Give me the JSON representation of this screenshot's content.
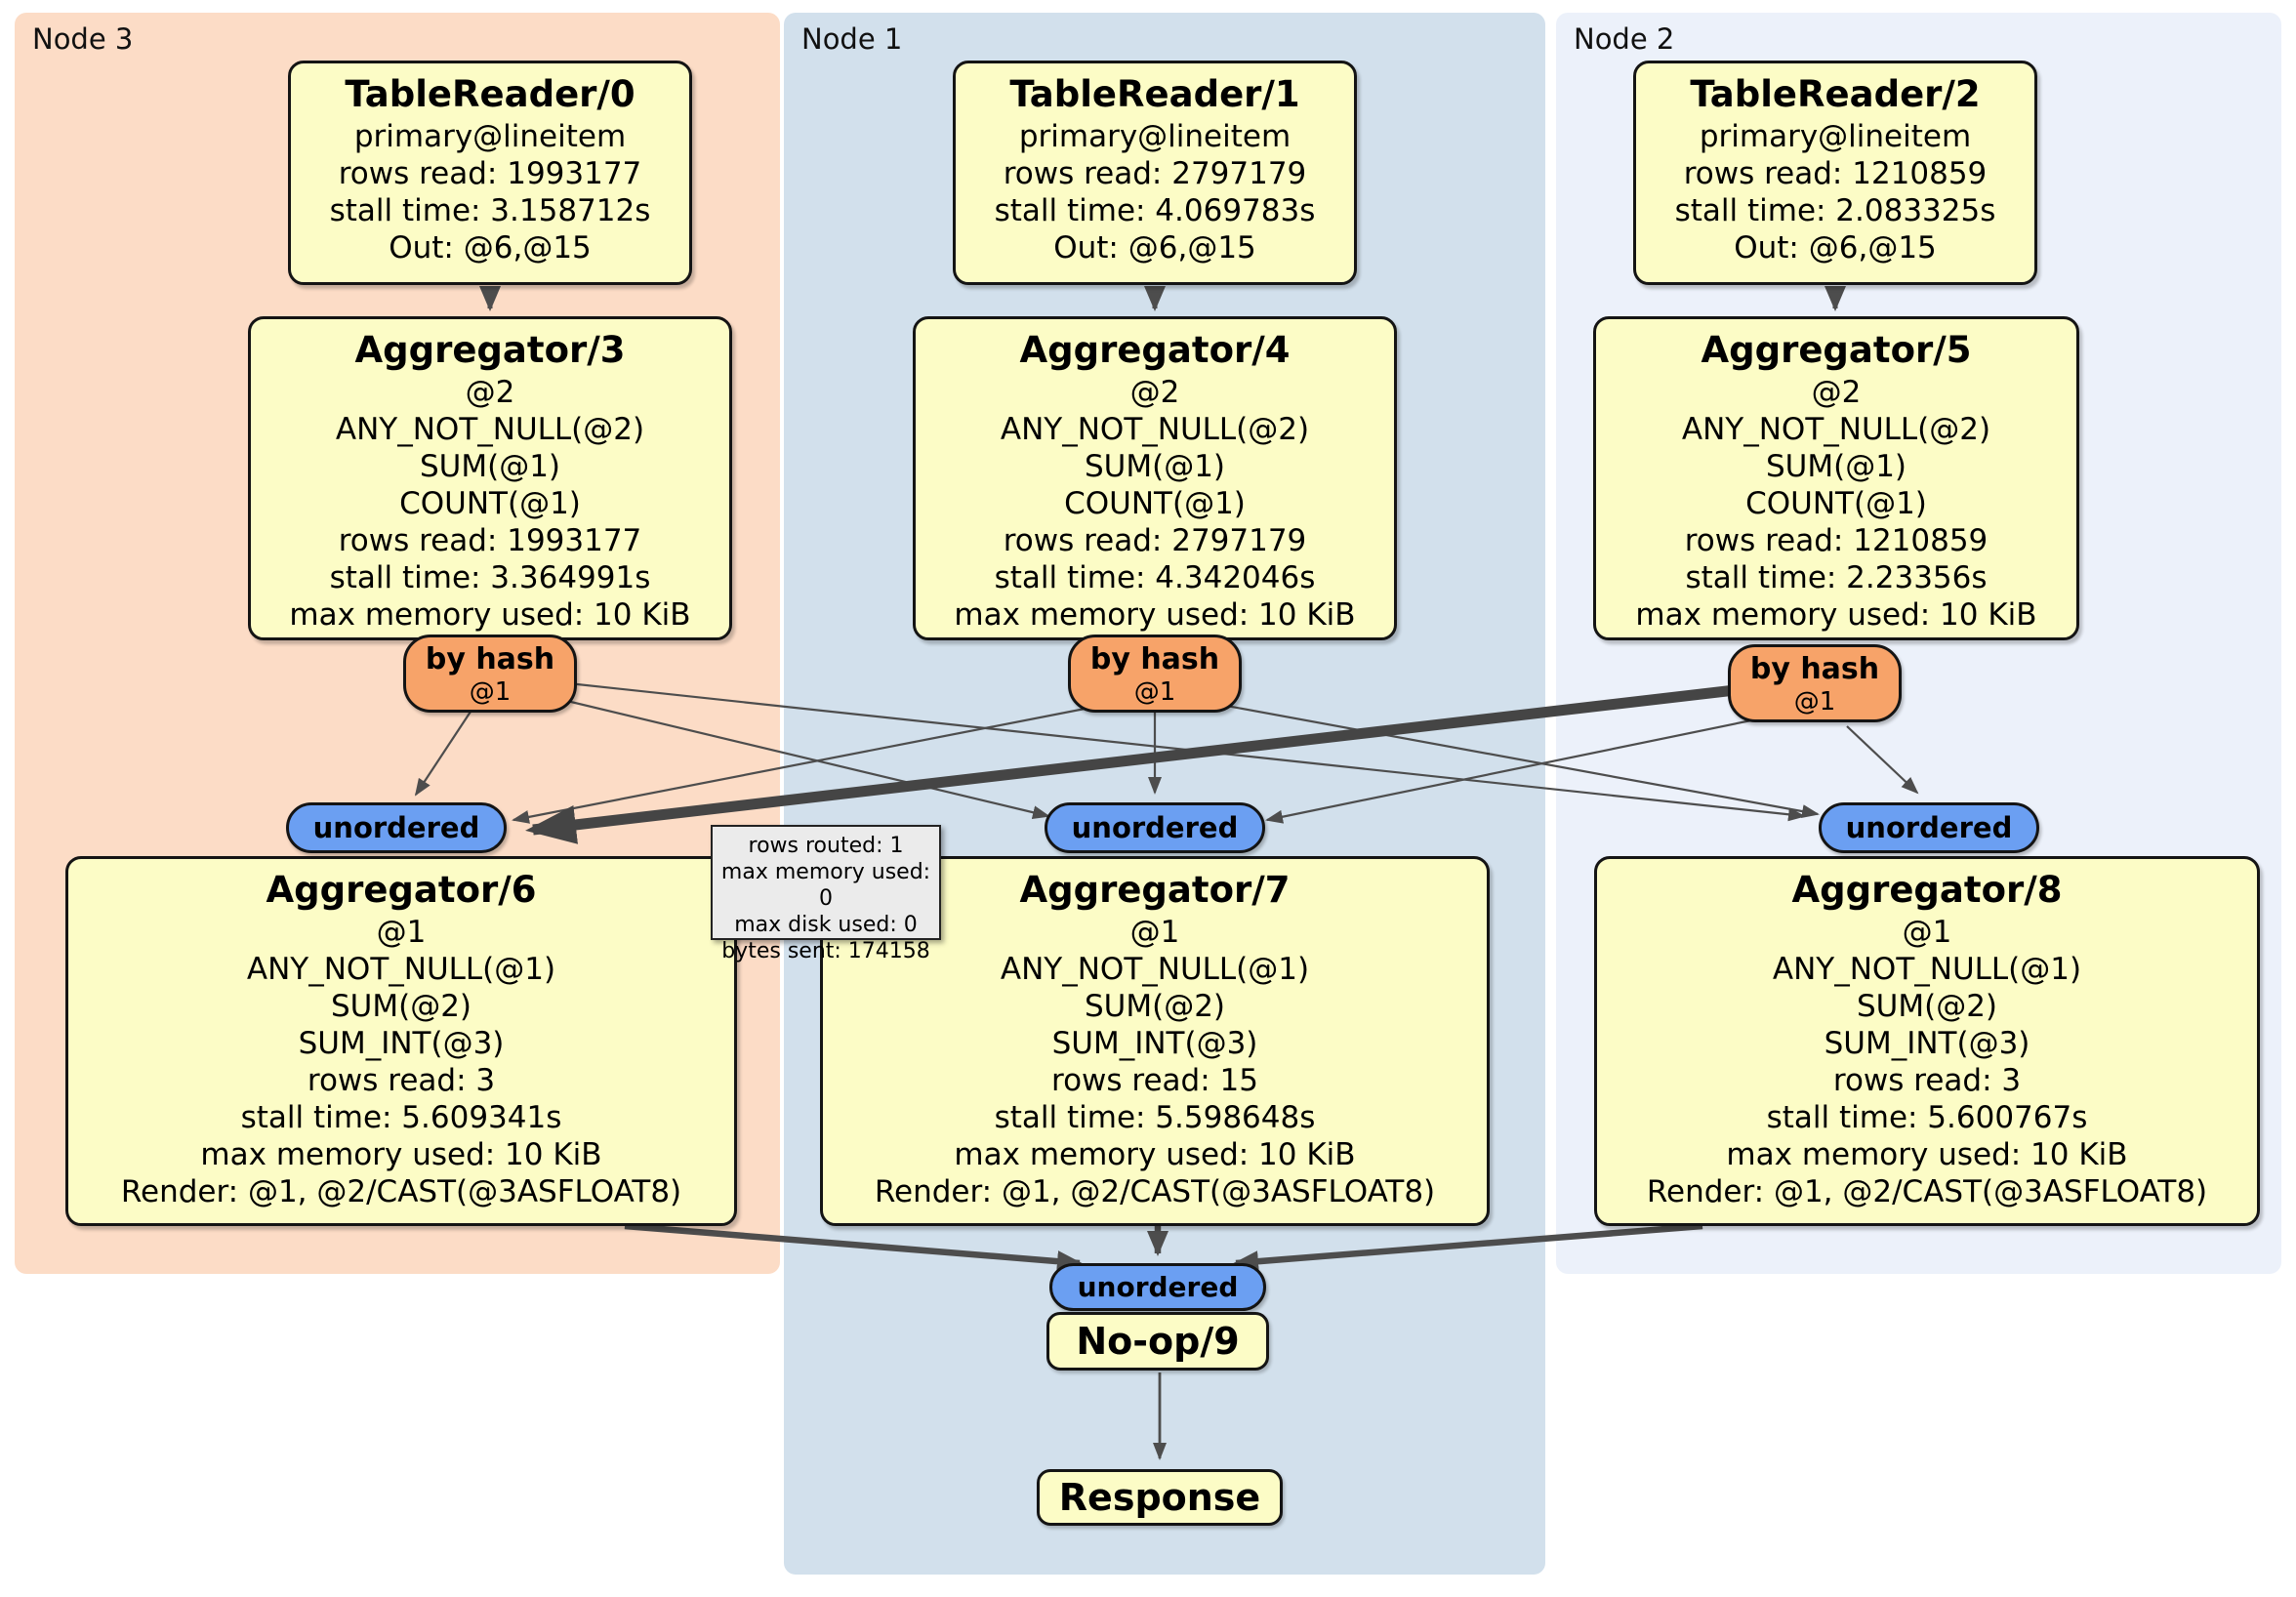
{
  "colors": {
    "node3_panel_bg": "#fcdcc6",
    "node1_panel_bg": "#d2e0ec",
    "node2_panel_bg": "#ecf1fa",
    "processor_box_bg": "#fcfcc6",
    "hash_router_bg": "#f7a369",
    "sync_pill_bg": "#6b9ff2",
    "tooltip_bg": "#ebebeb",
    "edge_color": "#4d4d4d"
  },
  "nodes": [
    {
      "label": "Node 3",
      "reader": {
        "title": "TableReader/0",
        "lines": [
          "primary@lineitem",
          "rows read: 1993177",
          "stall time: 3.158712s",
          "Out: @6,@15"
        ]
      },
      "agg_top": {
        "title": "Aggregator/3",
        "lines": [
          "@2",
          "ANY_NOT_NULL(@2)",
          "SUM(@1)",
          "COUNT(@1)",
          "rows read: 1993177",
          "stall time: 3.364991s",
          "max memory used: 10 KiB"
        ]
      },
      "router": {
        "label": "by hash",
        "key": "@1"
      },
      "sync_label": "unordered",
      "agg_bottom": {
        "title": "Aggregator/6",
        "lines": [
          "@1",
          "ANY_NOT_NULL(@1)",
          "SUM(@2)",
          "SUM_INT(@3)",
          "rows read: 3",
          "stall time: 5.609341s",
          "max memory used: 10 KiB",
          "Render: @1, @2/CAST(@3ASFLOAT8)"
        ]
      }
    },
    {
      "label": "Node 1",
      "reader": {
        "title": "TableReader/1",
        "lines": [
          "primary@lineitem",
          "rows read: 2797179",
          "stall time: 4.069783s",
          "Out: @6,@15"
        ]
      },
      "agg_top": {
        "title": "Aggregator/4",
        "lines": [
          "@2",
          "ANY_NOT_NULL(@2)",
          "SUM(@1)",
          "COUNT(@1)",
          "rows read: 2797179",
          "stall time: 4.342046s",
          "max memory used: 10 KiB"
        ]
      },
      "router": {
        "label": "by hash",
        "key": "@1"
      },
      "sync_label": "unordered",
      "agg_bottom": {
        "title": "Aggregator/7",
        "lines": [
          "@1",
          "ANY_NOT_NULL(@1)",
          "SUM(@2)",
          "SUM_INT(@3)",
          "rows read: 15",
          "stall time: 5.598648s",
          "max memory used: 10 KiB",
          "Render: @1, @2/CAST(@3ASFLOAT8)"
        ]
      }
    },
    {
      "label": "Node 2",
      "reader": {
        "title": "TableReader/2",
        "lines": [
          "primary@lineitem",
          "rows read: 1210859",
          "stall time: 2.083325s",
          "Out: @6,@15"
        ]
      },
      "agg_top": {
        "title": "Aggregator/5",
        "lines": [
          "@2",
          "ANY_NOT_NULL(@2)",
          "SUM(@1)",
          "COUNT(@1)",
          "rows read: 1210859",
          "stall time: 2.23356s",
          "max memory used: 10 KiB"
        ]
      },
      "router": {
        "label": "by hash",
        "key": "@1"
      },
      "sync_label": "unordered",
      "agg_bottom": {
        "title": "Aggregator/8",
        "lines": [
          "@1",
          "ANY_NOT_NULL(@1)",
          "SUM(@2)",
          "SUM_INT(@3)",
          "rows read: 3",
          "stall time: 5.600767s",
          "max memory used: 10 KiB",
          "Render: @1, @2/CAST(@3ASFLOAT8)"
        ]
      }
    }
  ],
  "edge_tooltip": {
    "lines": [
      "rows routed: 1",
      "max memory used: 0",
      "max disk used: 0",
      "bytes sent: 174158"
    ]
  },
  "sink": {
    "sync_label": "unordered",
    "noop_title": "No-op/9",
    "response_title": "Response"
  }
}
